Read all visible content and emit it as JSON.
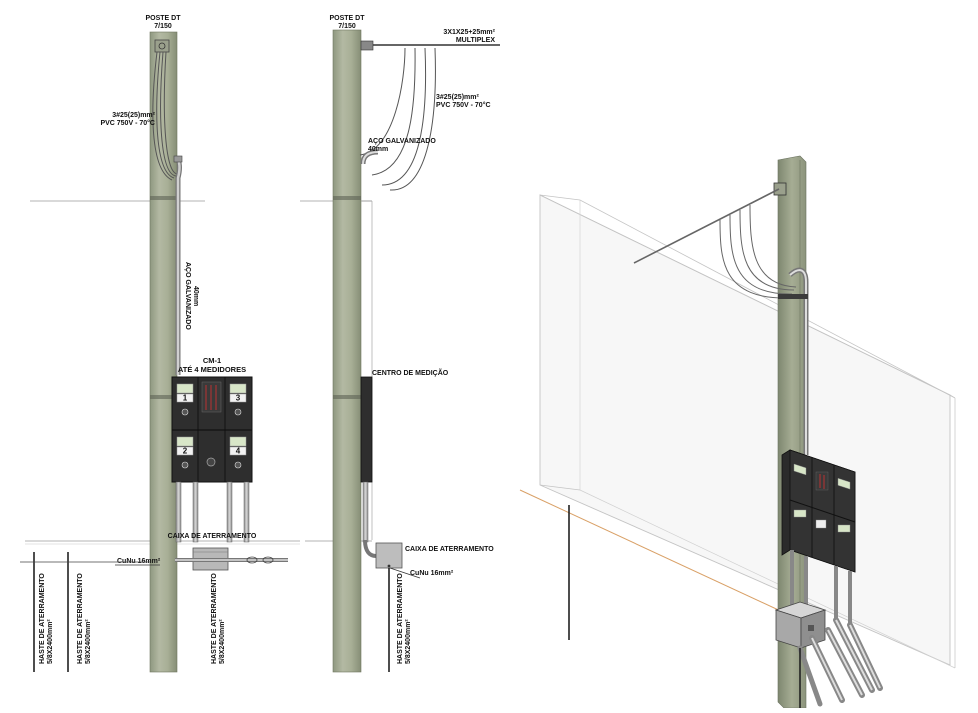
{
  "diagram": {
    "front_view": {
      "pole_label_line1": "POSTE DT",
      "pole_label_line2": "7/150",
      "cable_label_line1": "3#25(25)mm²",
      "cable_label_line2": "PVC 750V - 70°C",
      "conduit_label_line1": "AÇO GALVANIZADO",
      "conduit_label_line2": "40mm",
      "box_label_line1": "CM-1",
      "box_label_line2": "ATÉ 4 MEDIDORES",
      "meter_numbers": [
        "1",
        "3",
        "2",
        "4"
      ],
      "ground_box_label": "CAIXA DE ATERRAMENTO",
      "ground_wire_label": "CuNu 16mm²",
      "ground_rod_label_line1": "HASTE DE ATERRAMENTO",
      "ground_rod_label_line2": "5/8X2400mm²"
    },
    "side_view": {
      "pole_label_line1": "POSTE DT",
      "pole_label_line2": "7/150",
      "multiplex_label_line1": "3X1X25+25mm²",
      "multiplex_label_line2": "MULTIPLEX",
      "cable_label_line1": "3#25(25)mm²",
      "cable_label_line2": "PVC 750V - 70°C",
      "conduit_label_line1": "AÇO GALVANIZADO",
      "conduit_label_line2": "40mm",
      "center_label": "CENTRO DE MEDIÇÃO",
      "ground_box_label": "CAIXA DE ATERRAMENTO",
      "ground_wire_label": "CuNu 16mm²",
      "ground_rod_label_line1": "HASTE DE ATERRAMENTO",
      "ground_rod_label_line2": "5/8X2400mm²"
    }
  }
}
